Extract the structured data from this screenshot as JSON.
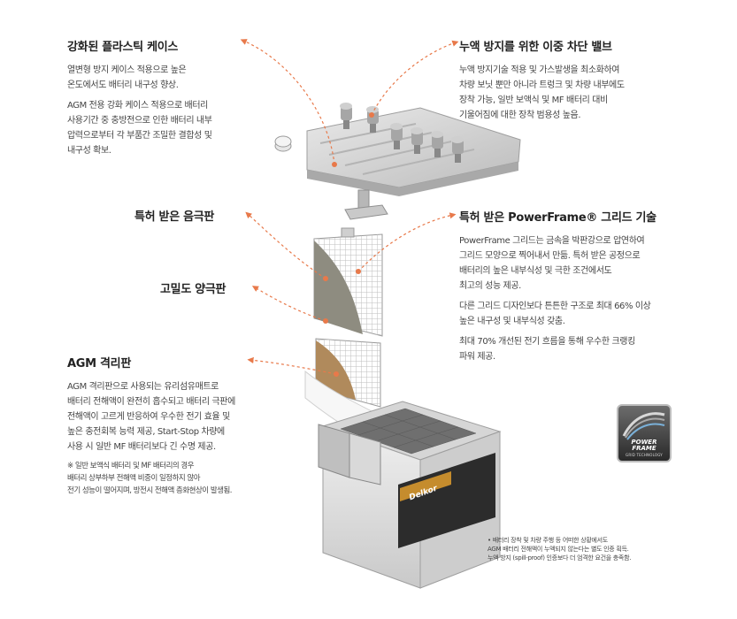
{
  "sections": {
    "plastic_case": {
      "title": "강화된 플라스틱 케이스",
      "p1": "열변형 방지 케이스 적용으로 높은\n온도에서도 배터리 내구성 향상.",
      "p2": "AGM 전용 강화 케이스 적용으로 배터리\n사용기간 중 충방전으로 인한 배터리 내부\n압력으로부터 각 부품간 조밀한 결합성 및\n내구성 확보."
    },
    "valve": {
      "title": "누액 방지를 위한 이중 차단 밸브",
      "p1": "누액 방지기술 적용 및 가스발생을 최소화하여\n차량 보닛 뿐만 아니라 트렁크 및 차량 내부에도\n장착 가능, 일반 보액식 및 MF 배터리 대비\n기울어짐에 대한 장착 범용성 높음."
    },
    "negative_plate": {
      "title": "특허 받은 음극판"
    },
    "positive_plate": {
      "title": "고밀도 양극판"
    },
    "powerframe": {
      "title": "특허 받은 PowerFrame® 그리드 기술",
      "p1": "PowerFrame 그리드는 금속을 박판강으로 압연하여\n그리드 모양으로 찍어내서 만듦. 특허 받은 공정으로\n배터리의 높은 내부식성 및 극한 조건에서도\n최고의 성능 제공.",
      "p2": "다른 그리드 디자인보다 튼튼한 구조로 최대 66% 이상\n높은 내구성 및 내부식성 갖춤.",
      "p3": "최대 70% 개선된 전기 흐름을 통해 우수한 크랭킹\n파워 제공."
    },
    "agm_separator": {
      "title": "AGM 격리판",
      "p1": "AGM 격리판으로 사용되는 유리섬유매트로\n배터리 전해액이 완전히 흡수되고 배터리 극판에\n전해액이 고르게 반응하여 우수한 전기 효율 및\n높은 충전회복 능력 제공, Start-Stop 차량에\n사용 시 일반 MF 배터리보다 긴 수명 제공.",
      "note": "※ 일반 보액식 배터리 및 MF 배터리의 경우\n     배터리 상부하부 전해액 비중이 일정하지 않아\n     전기 성능이 떨어지며, 방전시 전해액 층화현상이 발생됨."
    }
  },
  "footnote": "• 배터리 장착 및 차량 주행 등 어떠한 상황에서도\n  AGM 배터리 전해액이 누액되지 않는다는 별도 인증 획득.\n  누액 방지 (spill-proof) 인증보다 더 엄격한 요건을 충족함.",
  "logo": {
    "line1": "POWER\nFRAME",
    "line2": "GRID TECHNOLOGY"
  },
  "brand": "Delkor",
  "colors": {
    "accent": "#e8794a",
    "plate": "#8e8c80",
    "case": "#e3e3e3"
  }
}
